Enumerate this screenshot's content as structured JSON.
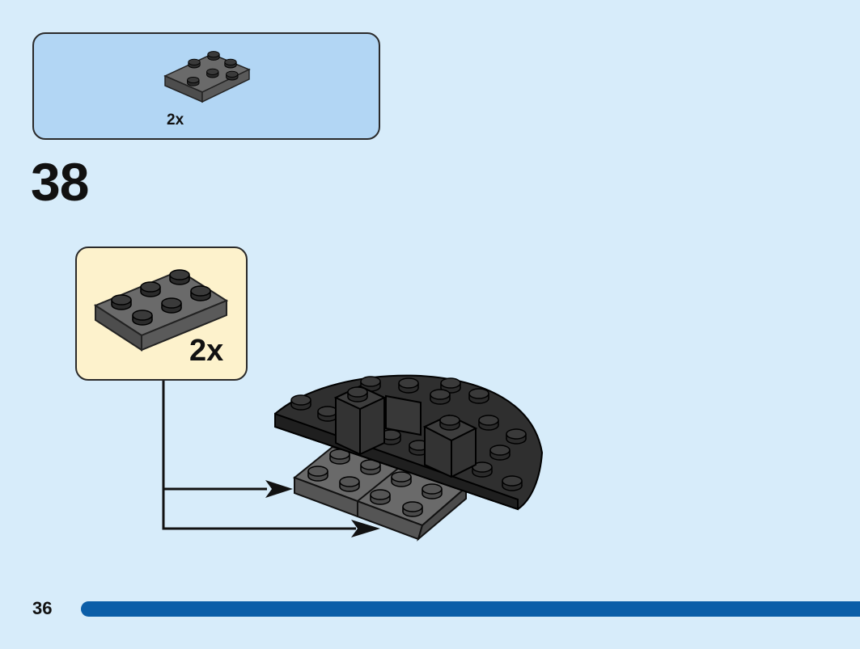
{
  "parts_list": {
    "quantity": "2x",
    "part_color": "#5e5e5e"
  },
  "step": {
    "number": "38"
  },
  "sub_assembly": {
    "quantity": "2x"
  },
  "footer": {
    "page_number": "36",
    "progress_color": "#0b5ea8"
  },
  "colors": {
    "background": "#d7ecfa",
    "parts_box": "#b2d6f4",
    "sub_box": "#fdf2cc",
    "dark_gray": "#5e5e5e",
    "black": "#2b2b2b"
  }
}
